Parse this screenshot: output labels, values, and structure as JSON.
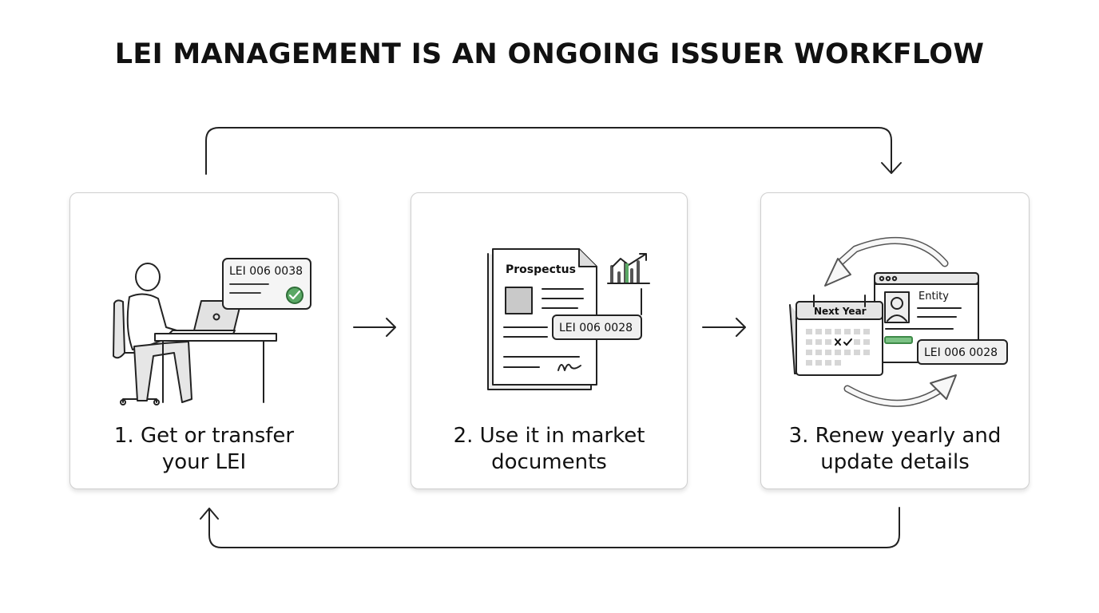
{
  "title": "LEI MANAGEMENT IS AN ONGOING ISSUER WORKFLOW",
  "steps": [
    {
      "label": "1. Get or transfer\nyour LEI",
      "badge": "LEI 006 0038"
    },
    {
      "label": "2. Use it in market\ndocuments",
      "doc_title": "Prospectus",
      "badge": "LEI 006 0028"
    },
    {
      "label": "3. Renew yearly and\nupdate details",
      "calendar_title": "Next Year",
      "profile_title": "Entity",
      "badge": "LEI 006 0028"
    }
  ],
  "colors": {
    "accent_green": "#5aa865",
    "stroke": "#222222",
    "fill_gray": "#e4e4e4"
  }
}
